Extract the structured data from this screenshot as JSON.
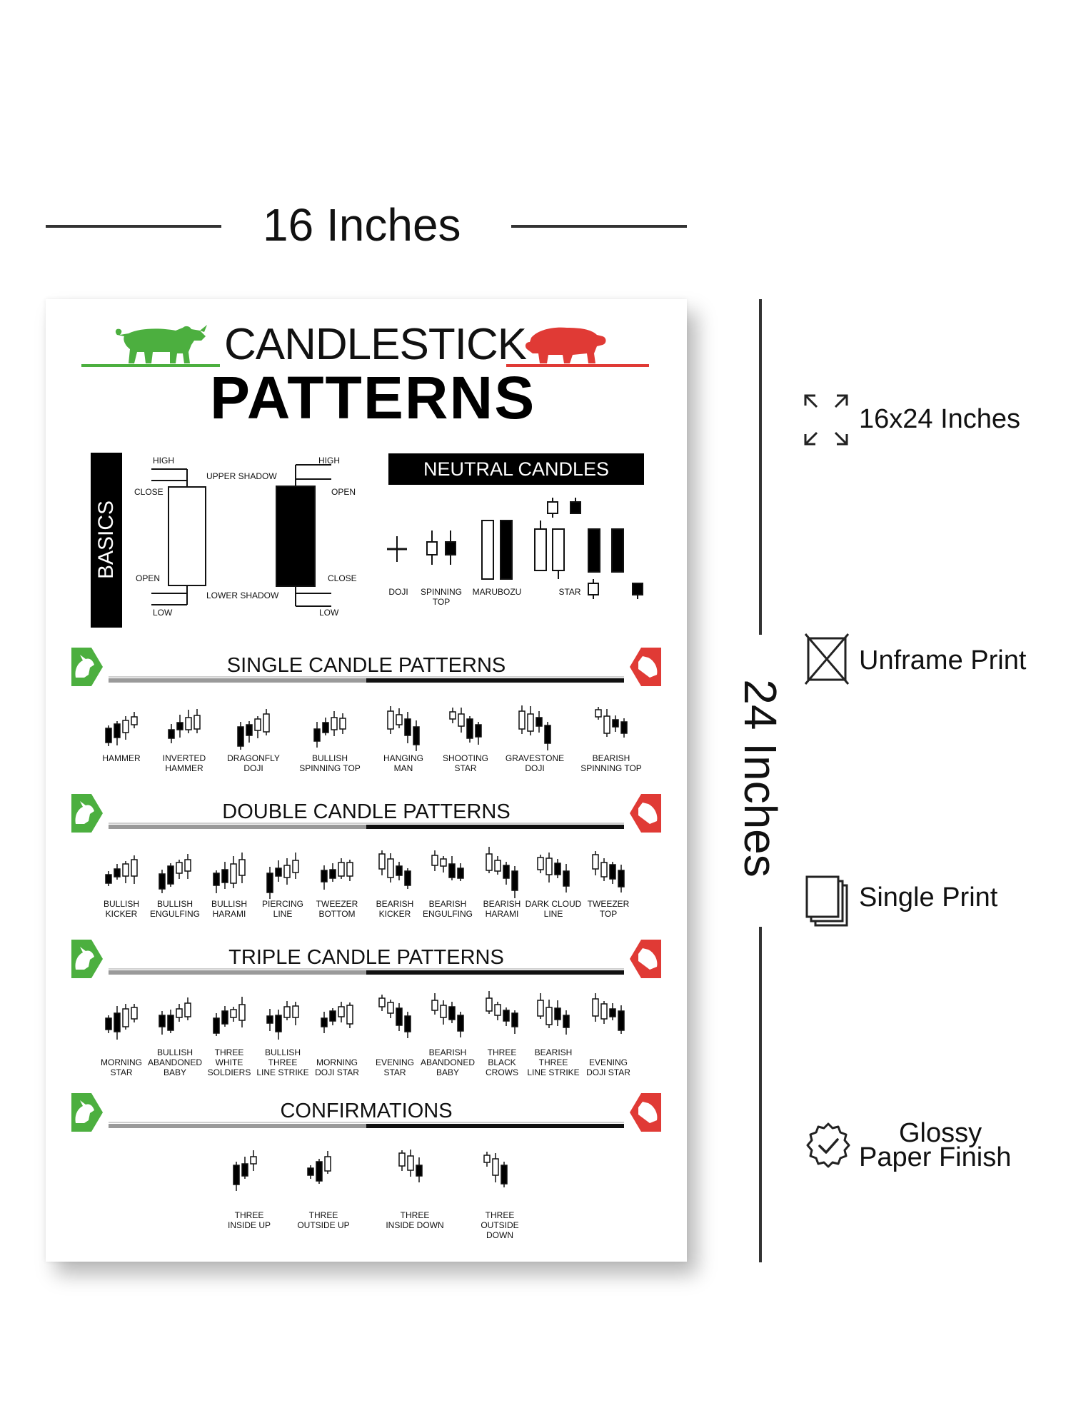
{
  "dimensions": {
    "width_label": "16 Inches",
    "height_label": "24 Inches"
  },
  "features": [
    {
      "icon": "expand-icon",
      "label": "16x24 Inches"
    },
    {
      "icon": "no-frame-icon",
      "label": "Unframe Print"
    },
    {
      "icon": "stacked-sheets-icon",
      "label": "Single Print"
    },
    {
      "icon": "check-badge-icon",
      "label_line1": "Glossy",
      "label_line2": "Paper Finish"
    }
  ],
  "poster": {
    "title_line1": "CANDLESTICK",
    "title_line2": "PATTERNS",
    "bull_color": "#4caf3f",
    "bear_color": "#e03a35",
    "basics": {
      "heading": "BASICS",
      "bull_labels": {
        "high": "HIGH",
        "close": "CLOSE",
        "open": "OPEN",
        "low": "LOW",
        "upper_shadow": "UPPER SHADOW",
        "lower_shadow": "LOWER SHADOW"
      },
      "bear_labels": {
        "high": "HIGH",
        "open": "OPEN",
        "close": "CLOSE",
        "low": "LOW"
      }
    },
    "neutral": {
      "heading": "NEUTRAL CANDLES",
      "labels": [
        "DOJI",
        "SPINNING\nTOP",
        "MARUBOZU",
        "STAR"
      ]
    },
    "sections": [
      {
        "title": "SINGLE CANDLE PATTERNS",
        "patterns": [
          "HAMMER",
          "INVERTED\nHAMMER",
          "DRAGONFLY\nDOJI",
          "BULLISH\nSPINNING TOP",
          "HANGING\nMAN",
          "SHOOTING\nSTAR",
          "GRAVESTONE\nDOJI",
          "BEARISH\nSPINNING TOP"
        ]
      },
      {
        "title": "DOUBLE CANDLE PATTERNS",
        "patterns": [
          "BULLISH\nKICKER",
          "BULLISH\nENGULFING",
          "BULLISH\nHARAMI",
          "PIERCING\nLINE",
          "TWEEZER\nBOTTOM",
          "BEARISH\nKICKER",
          "BEARISH\nENGULFING",
          "BEARISH\nHARAMI",
          "DARK CLOUD\nLINE",
          "TWEEZER\nTOP"
        ]
      },
      {
        "title": "TRIPLE CANDLE PATTERNS",
        "patterns": [
          "MORNING\nSTAR",
          "BULLISH\nABANDONED\nBABY",
          "THREE\nWHITE\nSOLDIERS",
          "BULLISH\nTHREE\nLINE STRIKE",
          "MORNING\nDOJI STAR",
          "EVENING\nSTAR",
          "BEARISH\nABANDONED\nBABY",
          "THREE\nBLACK\nCROWS",
          "BEARISH\nTHREE\nLINE STRIKE",
          "EVENING\nDOJI STAR"
        ]
      },
      {
        "title": "CONFIRMATIONS",
        "patterns": [
          "THREE\nINSIDE UP",
          "THREE\nOUTSIDE UP",
          "THREE\nINSIDE DOWN",
          "THREE\nOUTSIDE DOWN"
        ]
      }
    ]
  }
}
